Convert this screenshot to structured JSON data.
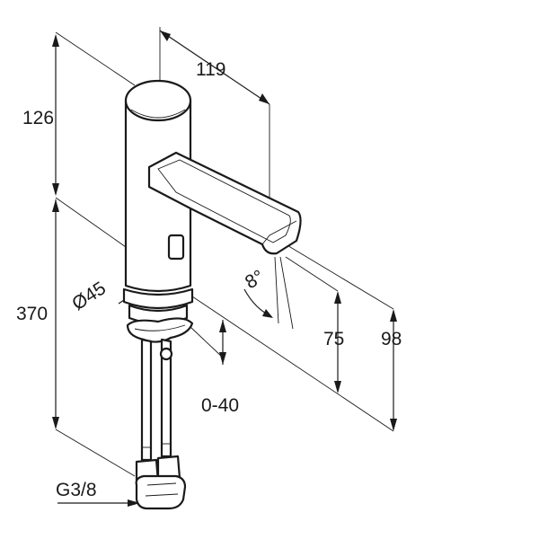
{
  "dimensions": {
    "height_top": "126",
    "spout_reach": "119",
    "height_total": "370",
    "diameter": "Ø45",
    "angle": "8°",
    "spout_height": "75",
    "outlet_height": "98",
    "adjust_range": "0-40",
    "connection": "G3/8"
  }
}
